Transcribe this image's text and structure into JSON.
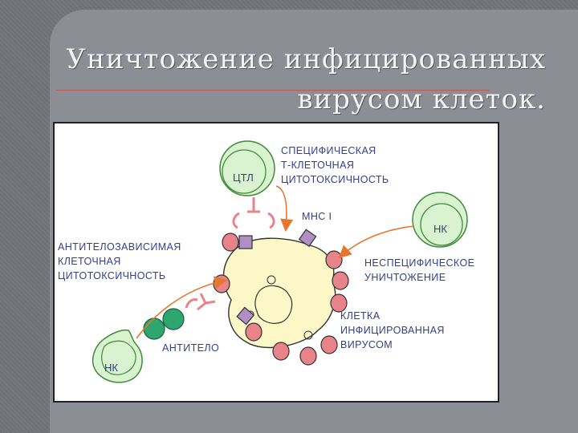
{
  "slide": {
    "title_line1": "Уничтожение инфицированных",
    "title_line2": "вирусом клеток."
  },
  "labels": {
    "specific_1": "СПЕЦИФИЧЕСКАЯ",
    "specific_2": "Т-КЛЕТОЧНАЯ",
    "specific_3": "ЦИТОТОКСИЧНОСТЬ",
    "mhc": "МНС I",
    "adcc_1": "АНТИТЕЛОЗАВИСИМАЯ",
    "adcc_2": "КЛЕТОЧНАЯ",
    "adcc_3": "ЦИТОТОКСИЧНОСТЬ",
    "nonspecific_1": "НЕСПЕЦИФИЧЕСКОЕ",
    "nonspecific_2": "УНИЧТОЖЕНИЕ",
    "infected_1": "КЛЕТКА",
    "infected_2": "ИНФИЦИРОВАННАЯ",
    "infected_3": "ВИРУСОМ",
    "antibody": "АНТИТЕЛО"
  },
  "cells": {
    "ctl": "ЦТЛ",
    "nk_right": "НК",
    "nk_left": "НК"
  },
  "colors": {
    "background": "#6f7278",
    "panel": "#8b8e95",
    "title_rule": "#c0594d",
    "label_text": "#33408c",
    "lymphocyte_fill": "#d9f2cf",
    "lymphocyte_outline": "#3f8a3a",
    "infected_cell_fill": "#fbf7c6",
    "receptor_red": "#e8838a",
    "mhc_purple": "#b08fc4",
    "antibody_green": "#2fa66f",
    "arrow": "#e8762c"
  }
}
